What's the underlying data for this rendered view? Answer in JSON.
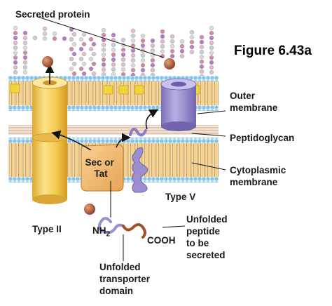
{
  "figure": {
    "title": "Figure 6.43a"
  },
  "labels": {
    "secreted_protein": "Secreted protein",
    "outer_membrane": "Outer\nmembrane",
    "peptidoglycan": "Peptidoglycan",
    "cytoplasmic_membrane": "Cytoplasmic\nmembrane",
    "type_ii": "Type II",
    "type_v": "Type V",
    "sec_or_tat": "Sec or\nTat",
    "nh2": "NH",
    "nh2_sub": "2",
    "cooh": "COOH",
    "unfolded_peptide": "Unfolded\npeptide\nto be\nsecreted",
    "unfolded_transporter": "Unfolded\ntransporter\ndomain"
  },
  "colors": {
    "membrane_head_blue": "#8fc8e8",
    "membrane_tail_tan": "#e6b86a",
    "type_ii_yellow": "#f2c84b",
    "type_v_purple": "#9b8fd0",
    "sec_tat_orange": "#f0b86a",
    "protein_ball": "#a0502a",
    "lps_pink": "#d48aa0",
    "lps_purple": "#b07fc0",
    "lps_gray": "#d8d8d8"
  }
}
